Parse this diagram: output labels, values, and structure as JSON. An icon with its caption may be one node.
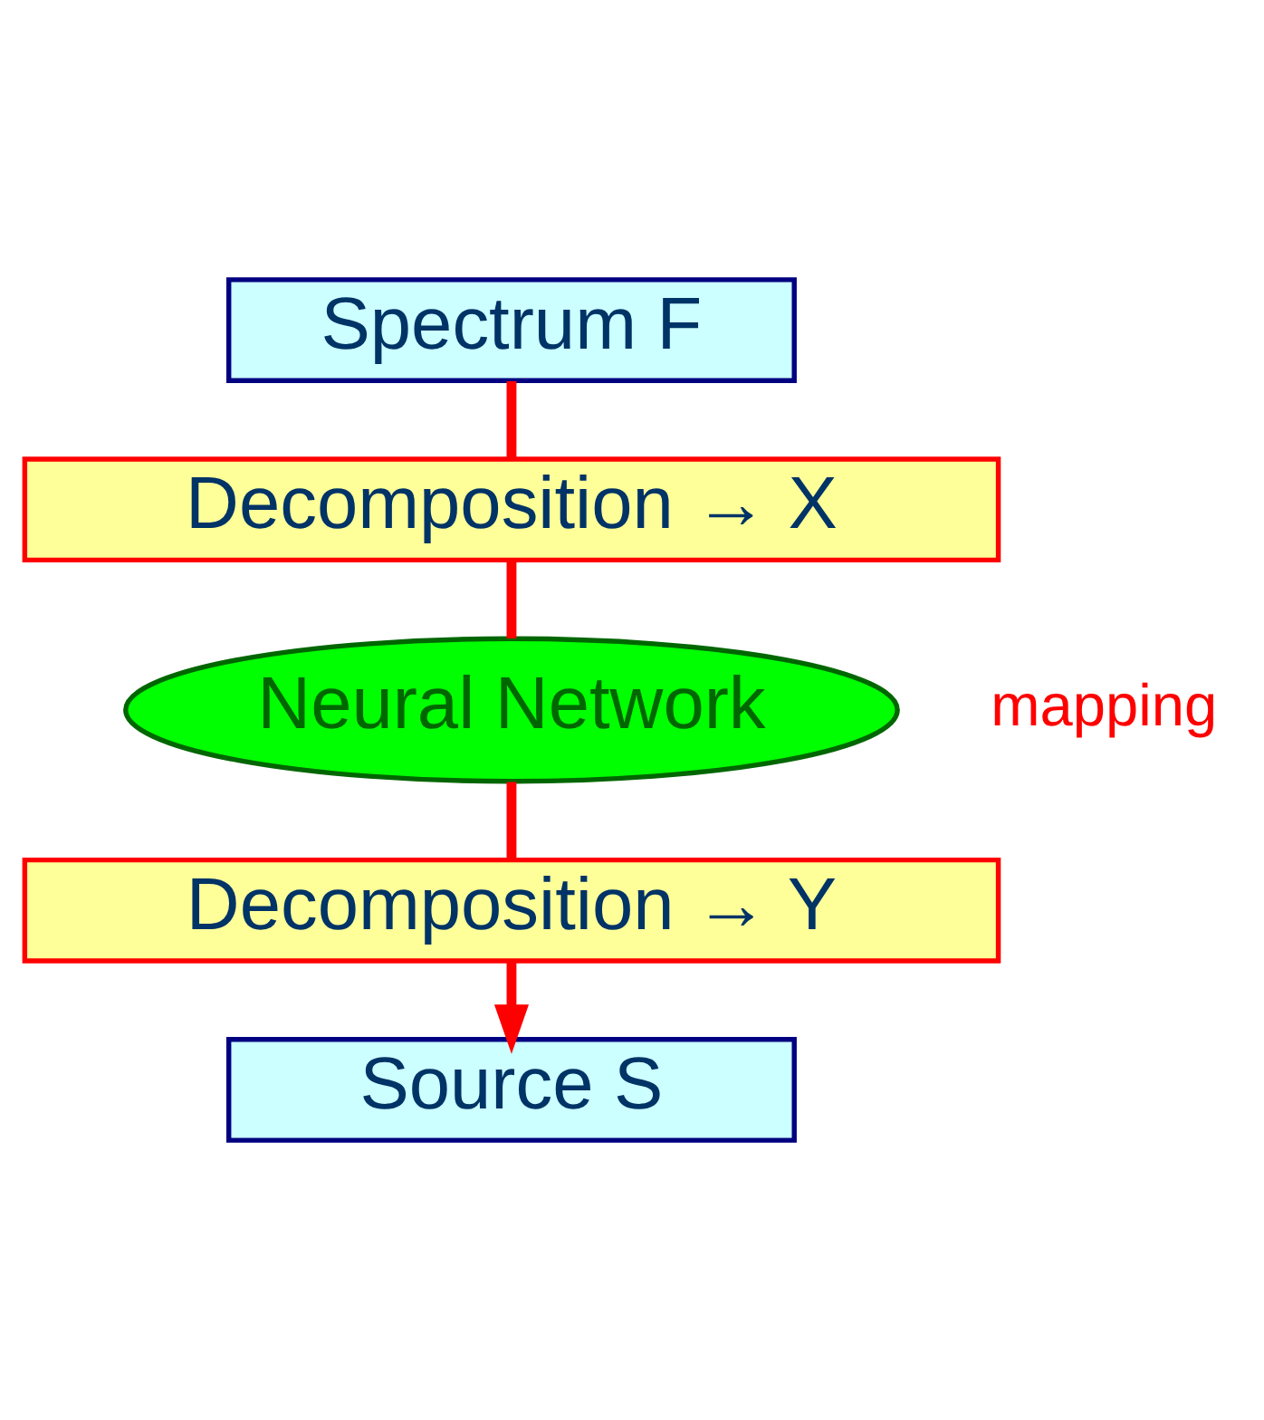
{
  "diagram": {
    "nodes": [
      {
        "text": [
          "Spectrum F"
        ]
      },
      {
        "text": [
          "Decomposition → X"
        ]
      },
      {
        "text": [
          "Neural Network"
        ]
      },
      {
        "text": [
          "Decomposition → Y"
        ]
      },
      {
        "text": [
          "Source S"
        ]
      }
    ],
    "edges": [
      {
        "from": 0,
        "to": 1,
        "arrow": "none"
      },
      {
        "from": 1,
        "to": 2,
        "arrow": "none"
      },
      {
        "from": 2,
        "to": 3,
        "arrow": "none"
      },
      {
        "from": 3,
        "to": 4,
        "arrow": "to"
      }
    ],
    "labels": [
      "mapping"
    ]
  }
}
